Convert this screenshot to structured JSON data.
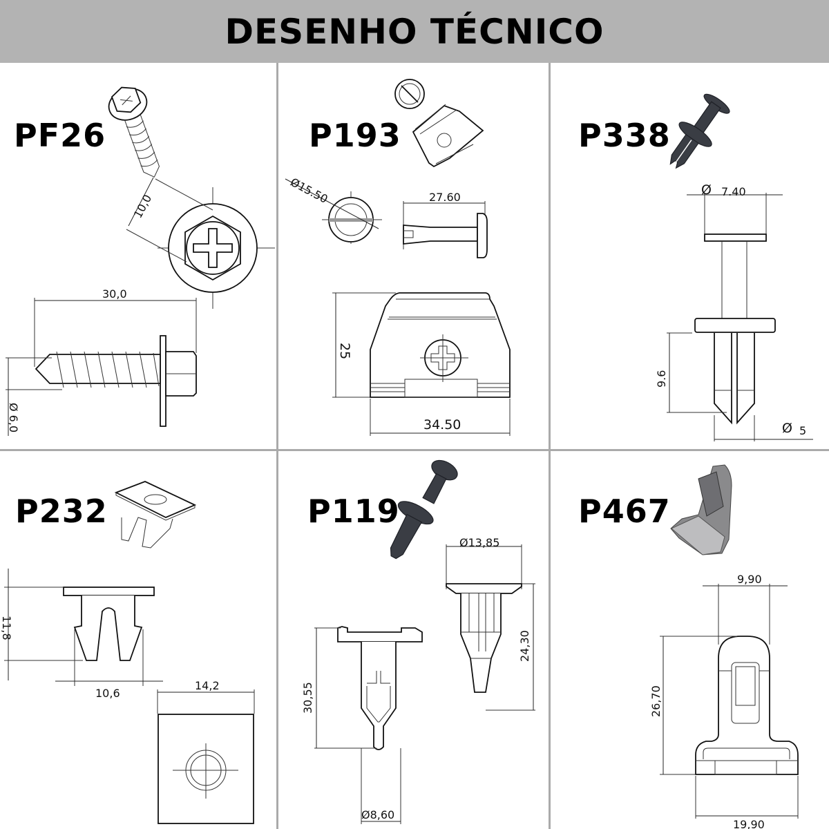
{
  "header": {
    "title": "DESENHO TÉCNICO",
    "background": "#b3b3b3"
  },
  "panels": [
    {
      "code": "PF26",
      "dimensions": {
        "head_width": "10,0",
        "length": "30,0",
        "diameter": "Ø 6,0"
      }
    },
    {
      "code": "P193",
      "dimensions": {
        "pin_diameter": "Ø15.50",
        "pin_length": "27.60",
        "height": "25",
        "width": "34.50"
      }
    },
    {
      "code": "P338",
      "dimensions": {
        "head_diameter": "7.40",
        "diameter_symbol": "Ø",
        "leg_height": "9.6",
        "leg_diameter": "5"
      }
    },
    {
      "code": "P232",
      "dimensions": {
        "height": "11,8",
        "leg_width": "10,6",
        "plate_width": "14,2"
      }
    },
    {
      "code": "P119",
      "dimensions": {
        "head_diameter": "Ø13,85",
        "pin_length": "24,30",
        "body_length": "30,55",
        "body_diameter": "Ø8,60"
      }
    },
    {
      "code": "P467",
      "dimensions": {
        "top_width": "9,90",
        "height": "26,70",
        "base_width": "19,90"
      }
    }
  ],
  "colors": {
    "divider": "#aaaaaa",
    "text": "#000000",
    "dark_part": "#3a3d44"
  }
}
